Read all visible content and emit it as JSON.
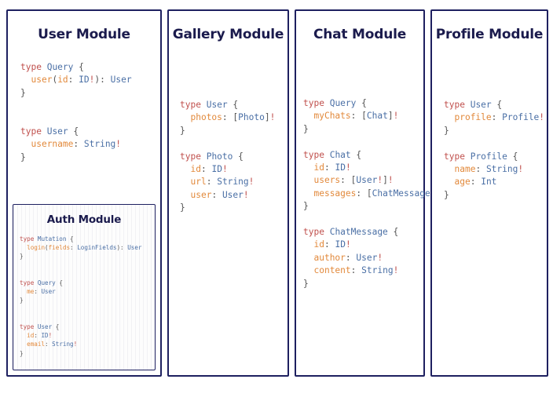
{
  "canvas": {
    "background": "#ffffff",
    "border_color": "#1e2060",
    "title_color": "#1b1b4d"
  },
  "syntax_colors": {
    "keyword": "#c0504d",
    "type_name": "#4a6fa5",
    "field_name": "#e2893b",
    "punctuation": "#555555",
    "bang": "#c0504d"
  },
  "modules": {
    "user": {
      "title": "User Module",
      "code": "type Query {\n  user(id: ID!): User\n}\n\n\ntype User {\n  username: String!\n}",
      "nested": {
        "title": "Auth Module",
        "code": "type Mutation {\n  login(fields: LoginFields): User\n}\n\ntype Query {\n  me: User\n}\n\ntype User {\n  id: ID!\n  email: String!\n}"
      }
    },
    "gallery": {
      "title": "Gallery Module",
      "code": "type User {\n  photos: [Photo]!\n}\n\ntype Photo {\n  id: ID!\n  url: String!\n  user: User!\n}"
    },
    "chat": {
      "title": "Chat Module",
      "code": "type Query {\n  myChats: [Chat]!\n}\n\ntype Chat {\n  id: ID!\n  users: [User!]!\n  messages: [ChatMessage]!\n}\n\ntype ChatMessage {\n  id: ID!\n  author: User!\n  content: String!\n}"
    },
    "profile": {
      "title": "Profile Module",
      "code": "type User {\n  profile: Profile!\n}\n\ntype Profile {\n  name: String!\n  age: Int\n}"
    }
  }
}
